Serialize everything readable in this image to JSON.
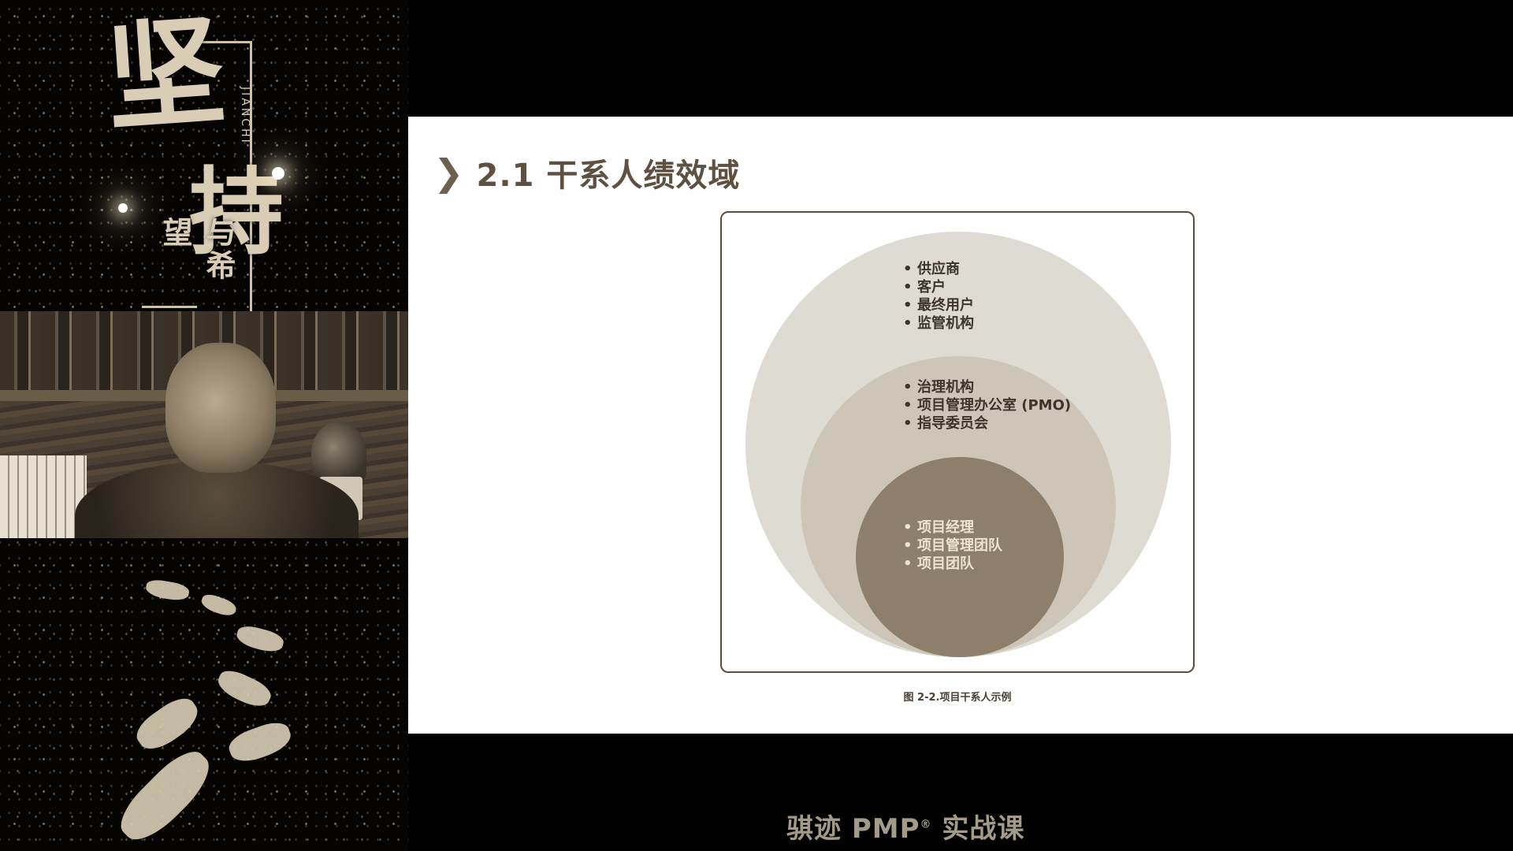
{
  "poster": {
    "calligraphy_main_1": "坚",
    "calligraphy_main_2": "持",
    "calligraphy_sub": "与希望",
    "romanization": "JIANCHI"
  },
  "slide": {
    "title": "2.1 干系人绩效域",
    "outer_items": [
      "供应商",
      "客户",
      "最终用户",
      "监管机构"
    ],
    "middle_items": [
      "治理机构",
      "项目管理办公室 (PMO)",
      "指导委员会"
    ],
    "inner_items": [
      "项目经理",
      "项目管理团队",
      "项目团队"
    ],
    "caption": "图 2-2.项目干系人示例"
  },
  "footer": {
    "text": "骐迹 PMP",
    "trademark": "®",
    "suffix": " 实战课"
  },
  "colors": {
    "outer_circle": "#dedcd2",
    "middle_circle": "#cdc6b8",
    "inner_circle": "#8e7e6c",
    "title": "#5e5142",
    "frame": "#5e4c3c"
  }
}
